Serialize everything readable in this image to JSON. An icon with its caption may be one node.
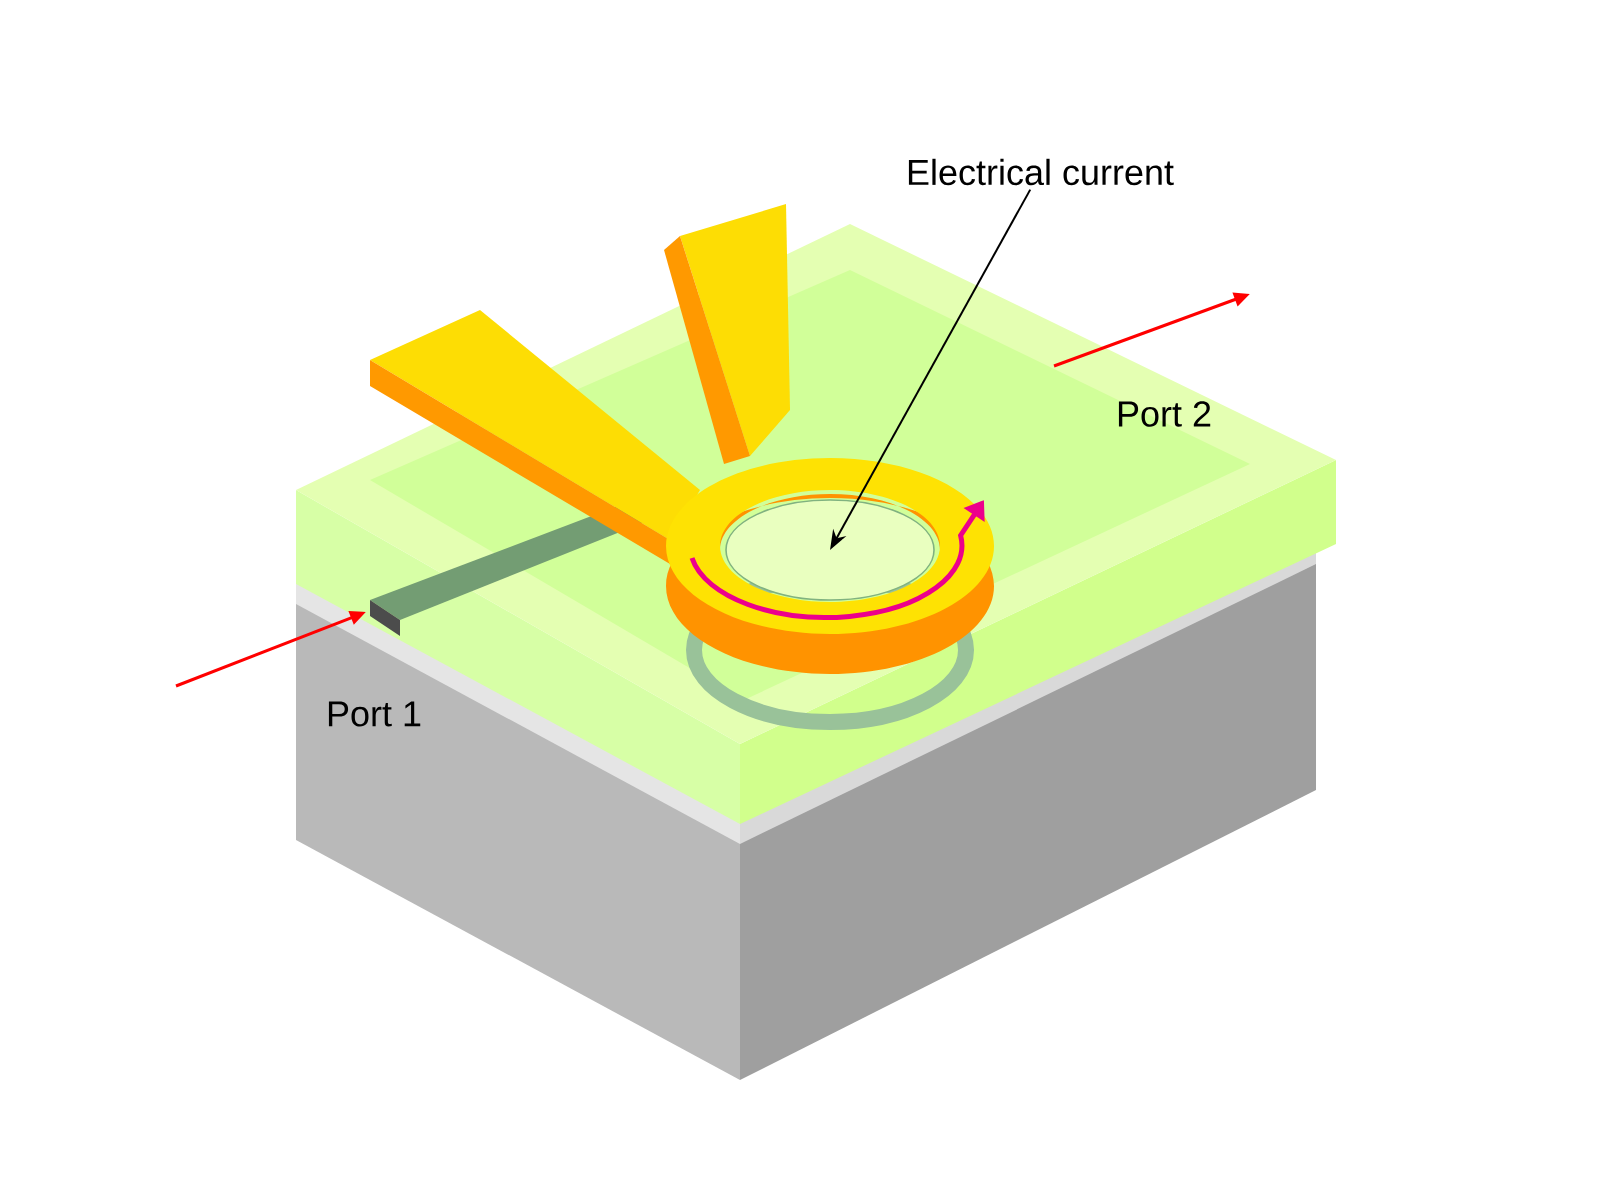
{
  "diagram": {
    "nodes": [
      {
        "text": [
          "Electrical current"
        ]
      },
      {
        "text": [],
        "shape": "circle"
      }
    ],
    "edges": [
      {
        "from": 0,
        "to": 1,
        "arrow": "to"
      }
    ],
    "labels": [
      "Port 2",
      "Port 1"
    ]
  }
}
